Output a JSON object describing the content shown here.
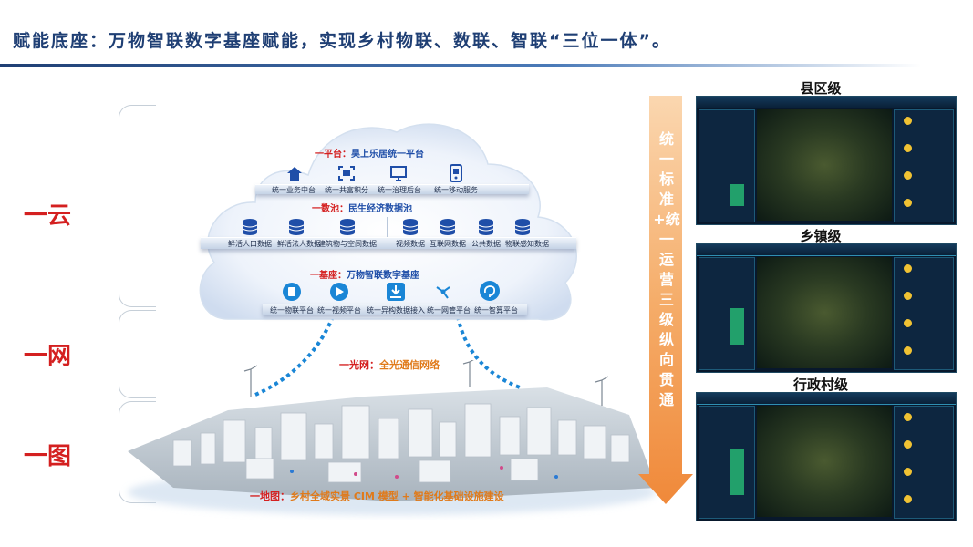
{
  "title": "赋能底座：万物智联数字基座赋能，实现乡村物联、数联、智联“三位一体”。",
  "tiers": [
    "一云",
    "一网",
    "一图"
  ],
  "cloud": {
    "platform": {
      "prefix": "一平台：",
      "name": "昊上乐居统一平台",
      "items": [
        "统一业务中台",
        "统一共富积分",
        "统一治理后台",
        "统一移动服务"
      ]
    },
    "datapool": {
      "prefix": "一数池：",
      "name": "民生经济数据池",
      "items": [
        "鲜活人口数据",
        "鲜活法人数据",
        "建筑物与空间数据",
        "视频数据",
        "互联网数据",
        "公共数据",
        "物联感知数据"
      ]
    },
    "base": {
      "prefix": "一基座：",
      "name": "万物智联数字基座",
      "items": [
        "统一物联平台",
        "统一视频平台",
        "统一异构数据接入",
        "统一网管平台",
        "统一智算平台"
      ]
    }
  },
  "network": {
    "prefix": "一光网：",
    "name": "全光通信网络"
  },
  "map": {
    "prefix": "一地图：",
    "name": "乡村全域实景 CIM 模型 + 智能化基础设施建设"
  },
  "arrow_text": "统一标准+统一运营 三级纵向贯通",
  "levels": [
    "县区级",
    "乡镇级",
    "行政村级"
  ],
  "colors": {
    "title": "#1f3f74",
    "tier": "#d42020",
    "arrow": "#f4a860",
    "icon": "#1f4ea8"
  }
}
